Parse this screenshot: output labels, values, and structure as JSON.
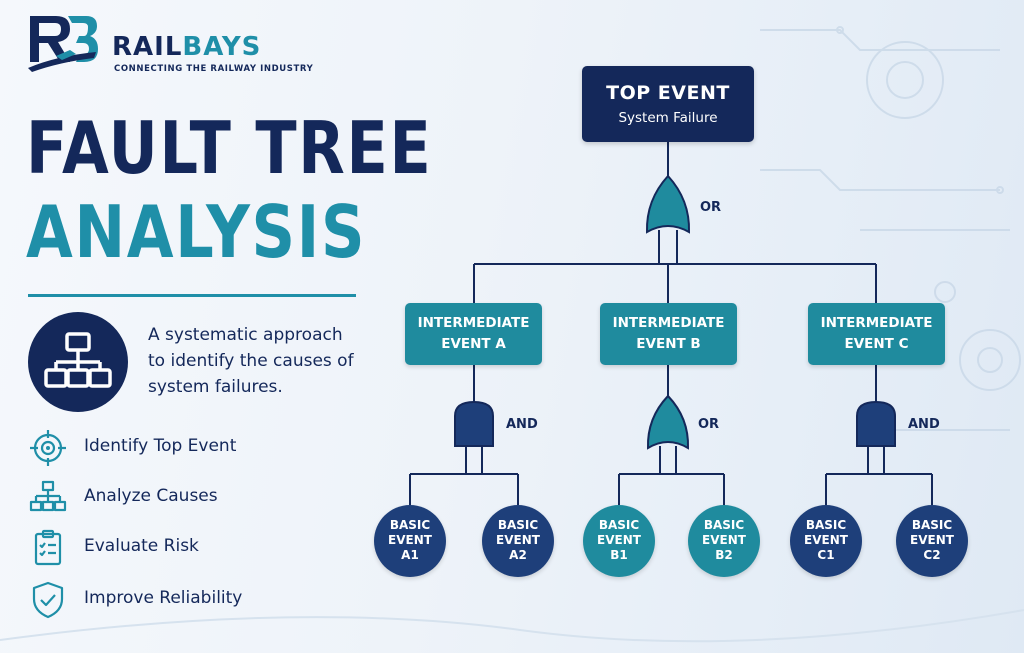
{
  "brand": {
    "name_part1": "RAIL",
    "name_part2": "BAYS",
    "tagline": "CONNECTING THE RAILWAY INDUSTRY"
  },
  "title": {
    "line1": "FAULT TREE",
    "line2": "ANALYSIS"
  },
  "description": "A systematic approach to identify the causes of system failures.",
  "steps": [
    {
      "label": "Identify Top Event",
      "icon": "target-icon"
    },
    {
      "label": "Analyze Causes",
      "icon": "hierarchy-icon"
    },
    {
      "label": "Evaluate Risk",
      "icon": "clipboard-checklist-icon"
    },
    {
      "label": "Improve Reliability",
      "icon": "shield-check-icon"
    }
  ],
  "diagram": {
    "top_event": {
      "title": "TOP EVENT",
      "subtitle": "System Failure"
    },
    "top_gate": "OR",
    "intermediate": [
      {
        "line1": "INTERMEDIATE",
        "line2": "EVENT A",
        "gate": "AND",
        "basics": [
          {
            "line1": "BASIC",
            "line2": "EVENT",
            "line3": "A1"
          },
          {
            "line1": "BASIC",
            "line2": "EVENT",
            "line3": "A2"
          }
        ]
      },
      {
        "line1": "INTERMEDIATE",
        "line2": "EVENT B",
        "gate": "OR",
        "basics": [
          {
            "line1": "BASIC",
            "line2": "EVENT",
            "line3": "B1"
          },
          {
            "line1": "BASIC",
            "line2": "EVENT",
            "line3": "B2"
          }
        ]
      },
      {
        "line1": "INTERMEDIATE",
        "line2": "EVENT C",
        "gate": "AND",
        "basics": [
          {
            "line1": "BASIC",
            "line2": "EVENT",
            "line3": "C1"
          },
          {
            "line1": "BASIC",
            "line2": "EVENT",
            "line3": "C2"
          }
        ]
      }
    ]
  },
  "colors": {
    "navy": "#14285a",
    "teal": "#1f8b9e",
    "accent": "#1f8fa8",
    "basic_dark": "#1e3f7a"
  }
}
